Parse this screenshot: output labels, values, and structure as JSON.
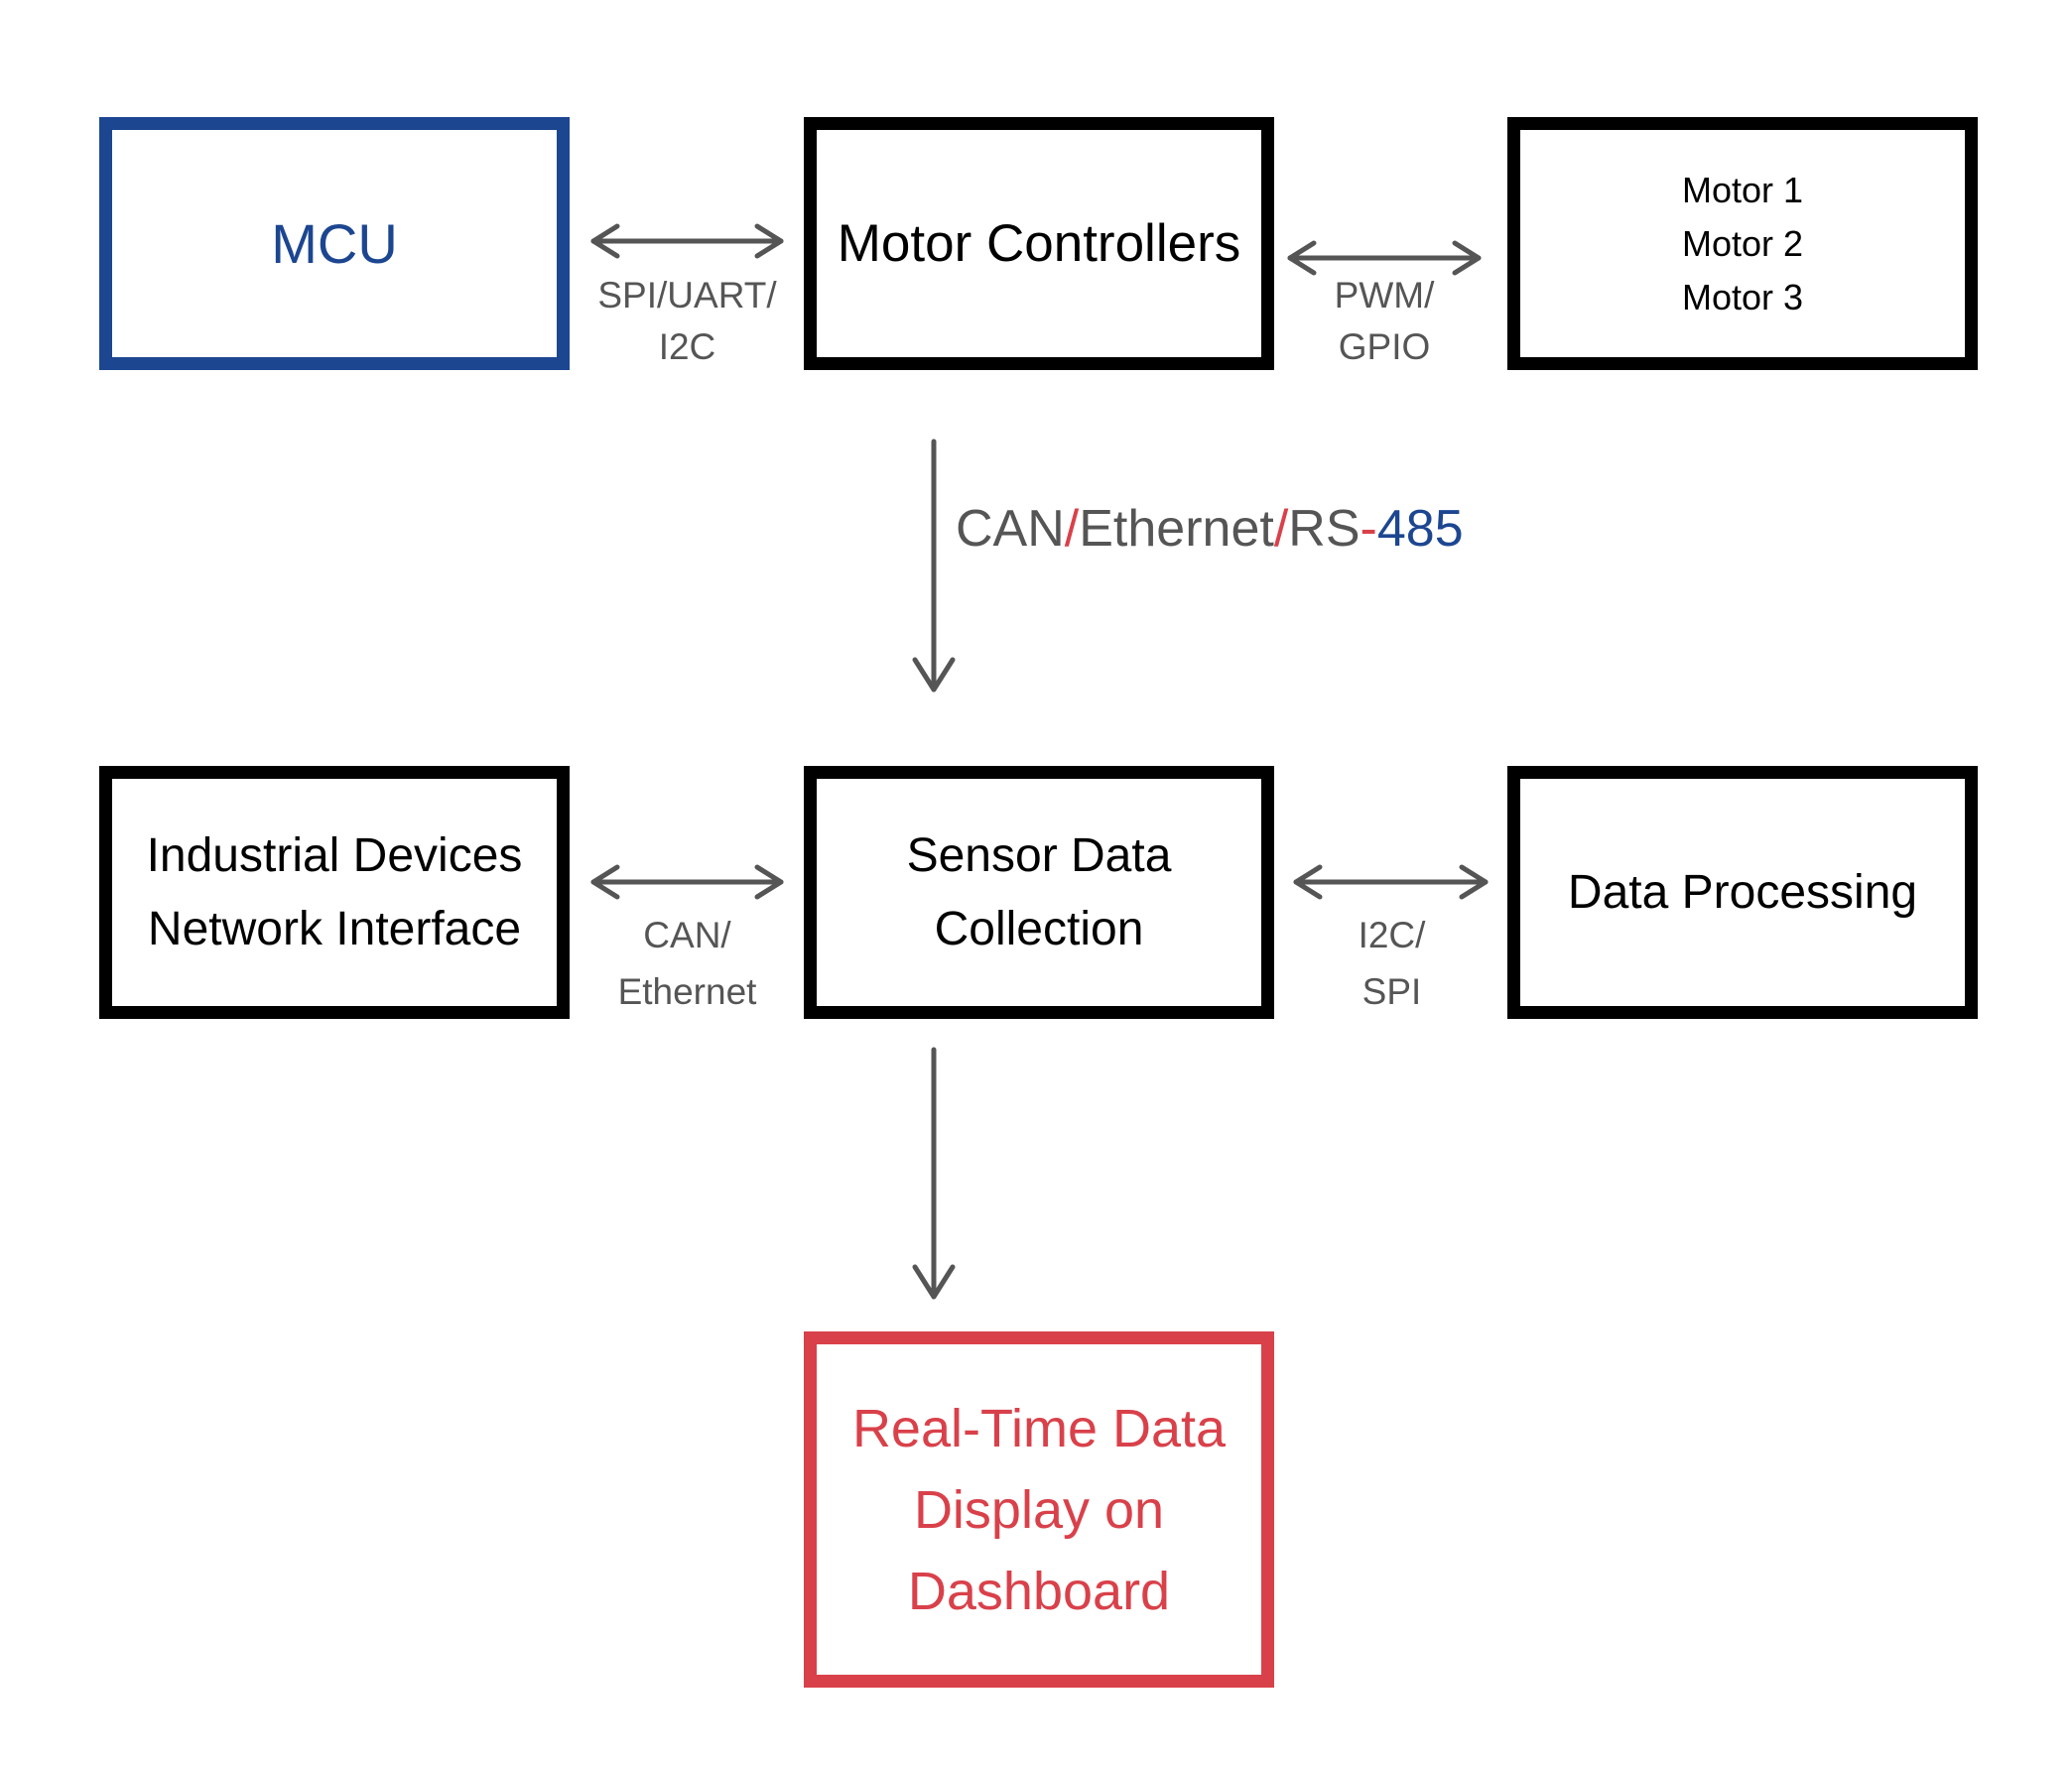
{
  "colors": {
    "blue": "#1d4691",
    "red": "#d9414a",
    "border": "#000000",
    "arrow": "#555555",
    "label": "#555555"
  },
  "nodes": {
    "mcu": {
      "label": "MCU"
    },
    "motor_controllers": {
      "label": "Motor Controllers"
    },
    "motors": {
      "lines": [
        "Motor 1",
        "Motor 2",
        "Motor 3"
      ]
    },
    "industrial": {
      "lines": [
        "Industrial Devices",
        "Network Interface"
      ]
    },
    "sensor": {
      "lines": [
        "Sensor Data",
        "Collection"
      ]
    },
    "data_processing": {
      "label": "Data Processing"
    },
    "dashboard": {
      "lines": [
        "Real-Time Data",
        "Display on",
        "Dashboard"
      ]
    }
  },
  "edges": {
    "mcu_motorctrl": {
      "lines": [
        "SPI/UART/",
        "I2C"
      ]
    },
    "motorctrl_motors": {
      "lines": [
        "PWM/",
        "GPIO"
      ]
    },
    "motorctrl_sensor": {
      "parts": {
        "a": "CAN",
        "s1": "/",
        "b": "Ethernet",
        "s2": "/",
        "c": "RS",
        "s3": "-",
        "d": "485"
      }
    },
    "industrial_sensor": {
      "lines": [
        "CAN/",
        "Ethernet"
      ]
    },
    "sensor_processing": {
      "lines": [
        "I2C/",
        "SPI"
      ]
    }
  }
}
